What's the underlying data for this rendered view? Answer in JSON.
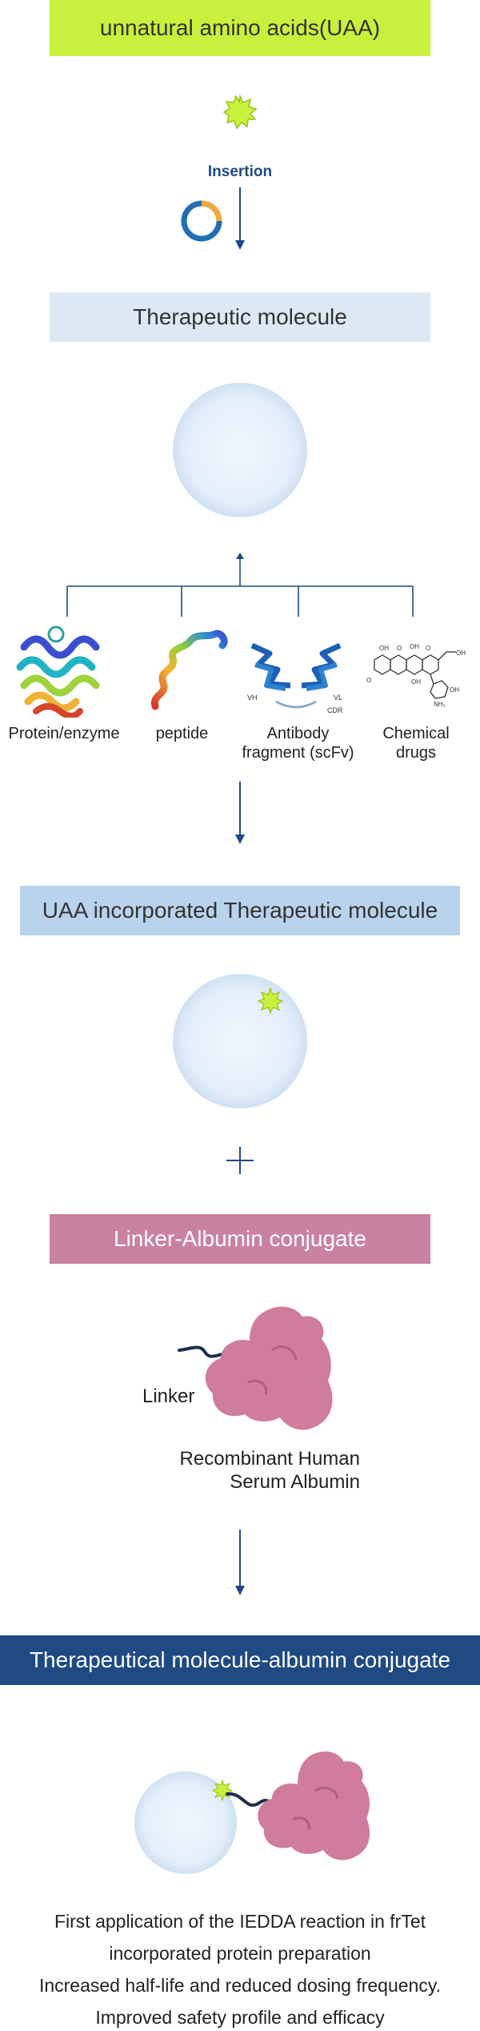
{
  "title_box": {
    "label": "unnatural amino acids(UAA)"
  },
  "insertion_label": "Insertion",
  "therapeutic_box": {
    "label": "Therapeutic molecule"
  },
  "types": [
    {
      "label": "Protein/enzyme",
      "icon": "protein-structure-icon"
    },
    {
      "label": "peptide",
      "icon": "peptide-helix-icon"
    },
    {
      "label": "Antibody\nfragment (scFv)",
      "icon": "antibody-fragment-icon"
    },
    {
      "label": "Chemical\ndrugs",
      "icon": "chemical-structure-icon"
    }
  ],
  "antibody_annotations": {
    "vh": "VH",
    "vl": "VL",
    "cdr": "CDR"
  },
  "chemical_annotations": {
    "oh1": "OH",
    "o1": "O",
    "oh2": "OH",
    "o2": "O",
    "oh3": "OH",
    "me": "O",
    "nh": "NH₂",
    "oh4": "OH",
    "oh5": "OH"
  },
  "uaa_box": {
    "label": "UAA incorporated Therapeutic molecule"
  },
  "linker_box": {
    "label": "Linker-Albumin conjugate"
  },
  "linker_label": "Linker",
  "albumin_label": "Recombinant Human\nSerum Albumin",
  "conjugate_box": {
    "label": "Therapeutical molecule-albumin conjugate"
  },
  "summary_lines": [
    "First application of the IEDDA reaction in frTet",
    "incorporated protein preparation",
    "Increased half-life and reduced dosing frequency.",
    "Improved safety profile and efficacy"
  ],
  "colors": {
    "uaa_green": "#c8f03c",
    "light_blue_box": "#dce9f5",
    "mid_blue_box": "#b9d3ec",
    "pink_box": "#c9829f",
    "navy_box": "#1f4a82",
    "arrow": "#1f4a82",
    "albumin_pink": "#d07c9c"
  }
}
